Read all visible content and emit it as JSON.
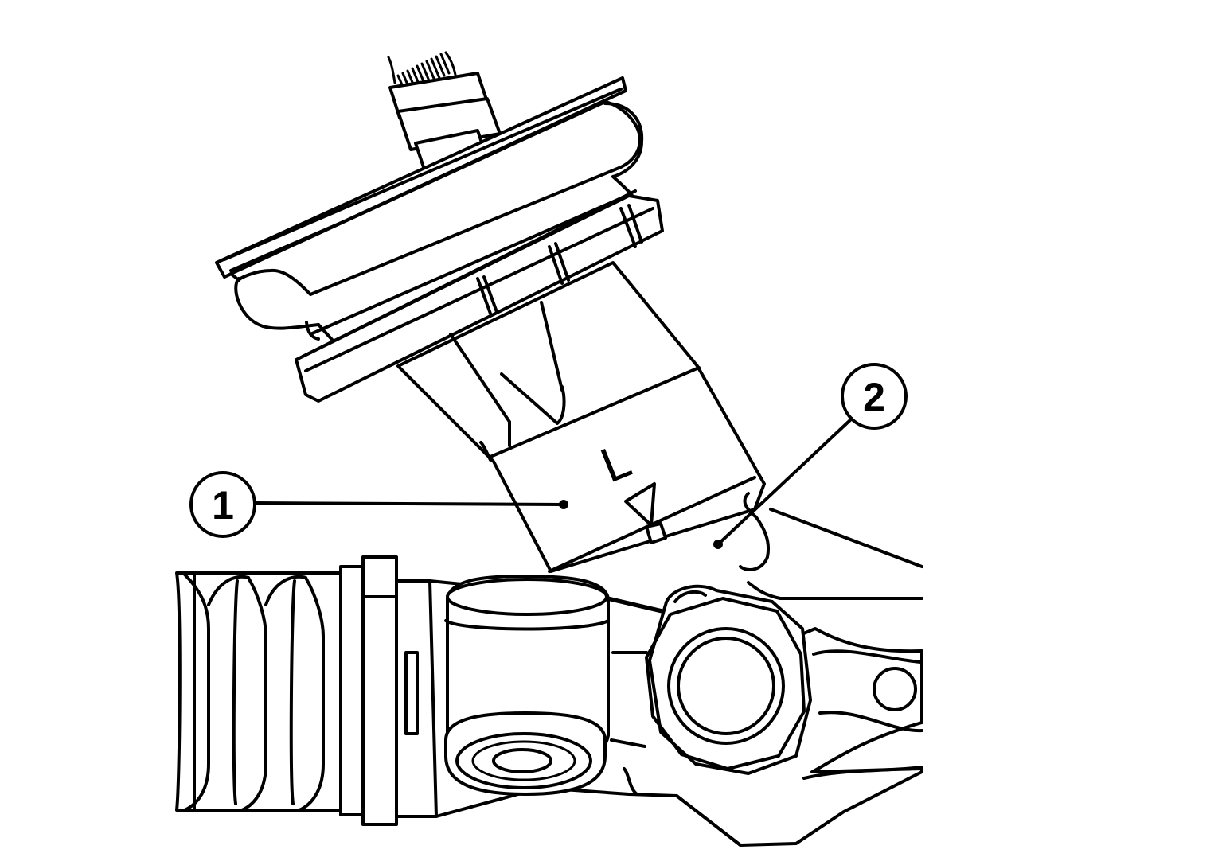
{
  "diagram": {
    "callouts": [
      {
        "id": "1",
        "label": "1"
      },
      {
        "id": "2",
        "label": "2"
      }
    ],
    "mark_letter": "L"
  }
}
